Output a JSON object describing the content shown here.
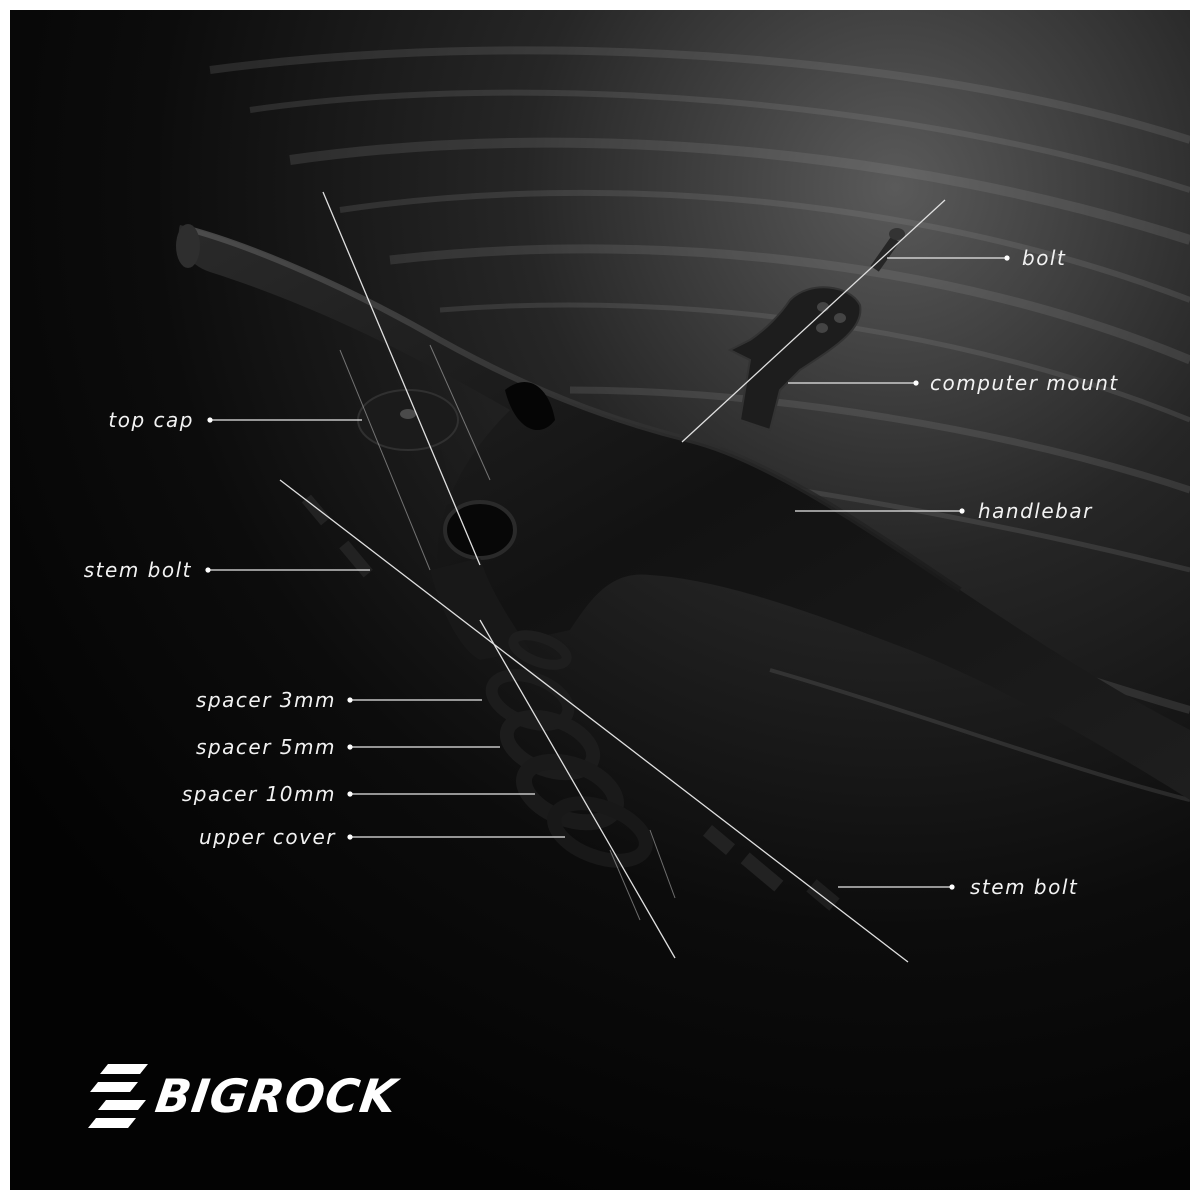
{
  "brand": {
    "name": "BIGROCK",
    "logo_icon": "bigrock-stripes-logo-icon",
    "color": "#ffffff"
  },
  "colors": {
    "background": "#050505",
    "label_text": "#f2f2f2",
    "leader_line": "#e8e8e8",
    "part_fill": "#161616"
  },
  "labels": {
    "bolt": "bolt",
    "computer_mount": "computer mount",
    "handlebar": "handlebar",
    "top_cap": "top cap",
    "stem_bolt_left": "stem bolt",
    "spacer_3mm": "spacer 3mm",
    "spacer_5mm": "spacer 5mm",
    "spacer_10mm": "spacer 10mm",
    "upper_cover": "upper cover",
    "stem_bolt_right": "stem bolt"
  }
}
